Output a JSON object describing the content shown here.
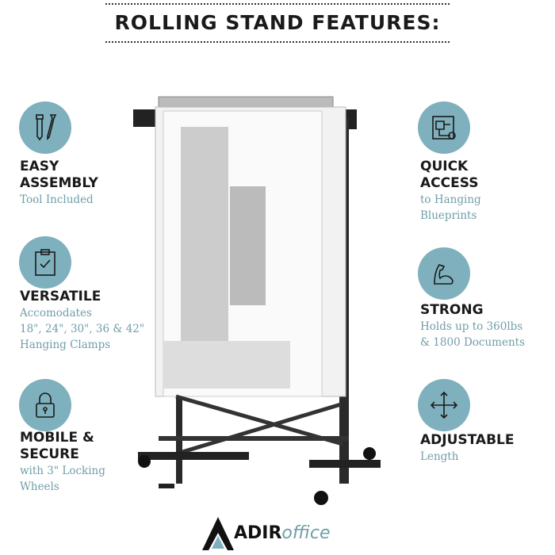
{
  "title": "ROLLING STAND FEATURES:",
  "features_left": [
    {
      "icon": "tools-icon",
      "heading": [
        "EASY",
        "ASSEMBLY"
      ],
      "sub": [
        "Tool Included"
      ]
    },
    {
      "icon": "clipboard-icon",
      "heading": [
        "VERSATILE"
      ],
      "sub": [
        "Accomodates",
        "18\", 24\", 30\", 36 & 42\"",
        "Hanging Clamps"
      ]
    },
    {
      "icon": "lock-icon",
      "heading": [
        "MOBILE &",
        "SECURE"
      ],
      "sub": [
        "with 3\" Locking",
        "Wheels"
      ]
    }
  ],
  "features_right": [
    {
      "icon": "blueprint-icon",
      "heading": [
        "QUICK",
        "ACCESS"
      ],
      "sub": [
        "to Hanging",
        "Blueprints"
      ]
    },
    {
      "icon": "muscle-icon",
      "heading": [
        "STRONG"
      ],
      "sub": [
        "Holds up to 360lbs",
        "& 1800 Documents"
      ]
    },
    {
      "icon": "arrows-icon",
      "heading": [
        "ADJUSTABLE"
      ],
      "sub": [
        "Length"
      ]
    }
  ],
  "logo": {
    "bold": "ADIR",
    "light": "office"
  },
  "colors": {
    "accent": "#7fb0bd",
    "subtext": "#6f9ea8"
  }
}
